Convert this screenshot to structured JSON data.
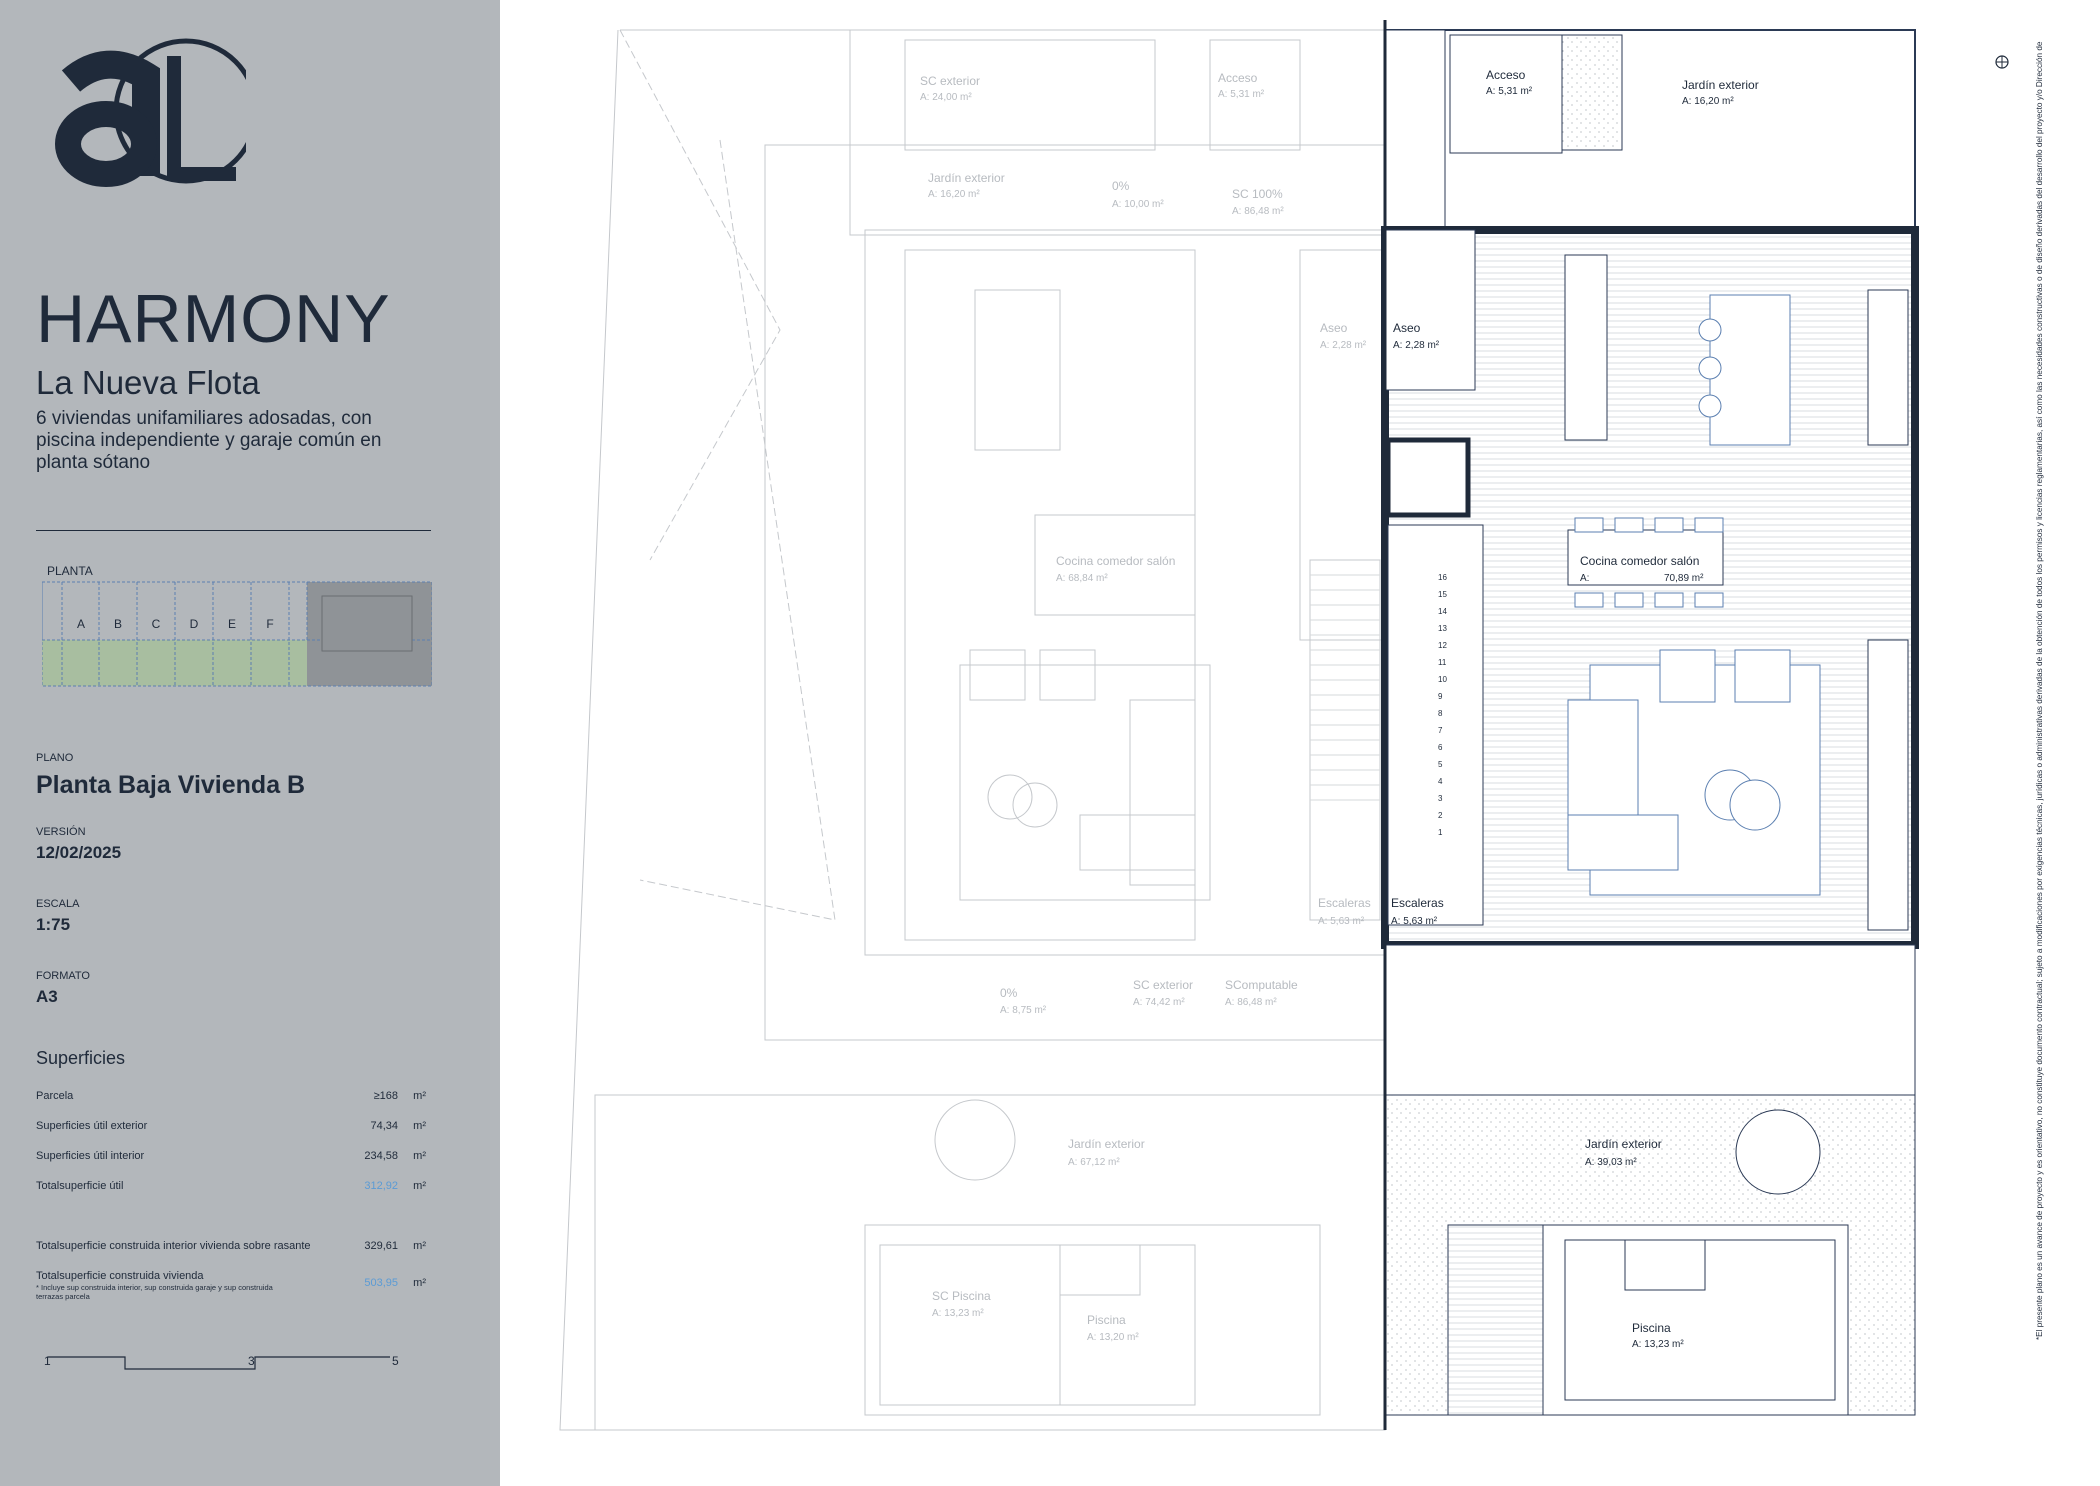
{
  "sidebar": {
    "title": "HARMONY",
    "subtitle": "La Nueva Flota",
    "description": "6 viviendas unifamiliares adosadas, con piscina independiente y garaje común en planta sótano",
    "keyplan": {
      "label": "PLANTA",
      "units": [
        "A",
        "B",
        "C",
        "D",
        "E",
        "F"
      ]
    },
    "plano": {
      "label": "PLANO",
      "value": "Planta Baja Vivienda B"
    },
    "version": {
      "label": "VERSIÓN",
      "value": "12/02/2025"
    },
    "escala": {
      "label": "ESCALA",
      "value": "1:75"
    },
    "formato": {
      "label": "FORMATO",
      "value": "A3"
    },
    "superficies": {
      "title": "Superficies",
      "rows": [
        {
          "label": "Parcela",
          "value": "≥168",
          "unit": "m²"
        },
        {
          "label": "Superficies útil exterior",
          "value": "74,34",
          "unit": "m²"
        },
        {
          "label": "Superficies útil interior",
          "value": "234,58",
          "unit": "m²"
        },
        {
          "label": "Totalsuperficie útil",
          "value": "312,92",
          "unit": "m²"
        },
        {
          "label": "Totalsuperficie construida interior vivienda sobre rasante",
          "value": "329,61",
          "unit": "m²"
        },
        {
          "label": "Totalsuperficie construida vivienda",
          "value": "503,95",
          "unit": "m²"
        }
      ],
      "note": "* Incluye sup construida interior, sup construida garaje y sup construida terrazas parcela"
    },
    "scale_bar": {
      "labels": [
        "1",
        "3",
        "5"
      ]
    }
  },
  "plan": {
    "active_rooms": [
      {
        "name": "Acceso",
        "area": "A: 5,31 m²"
      },
      {
        "name": "Jardín exterior",
        "area": "A:        16,20 m²"
      },
      {
        "name": "Aseo",
        "area": "A: 2,28 m²"
      },
      {
        "name": "Cocina comedor salón",
        "area_prefix": "A:",
        "area": "70,89 m²"
      },
      {
        "name": "Escaleras",
        "area": "A:   5,63 m²"
      },
      {
        "name": "Jardín exterior",
        "area": "A:        39,03 m²"
      },
      {
        "name": "Piscina",
        "area": "A: 13,23 m²"
      }
    ],
    "ghost_rooms": [
      {
        "name": "SC exterior",
        "area": "A:     24,00 m²"
      },
      {
        "name": "Acceso",
        "area": "A: 5,31 m²"
      },
      {
        "name": "Jardín exterior",
        "area": "A:        16,20 m²"
      },
      {
        "name": "0%",
        "area": "A: 10,00 m²"
      },
      {
        "name": "SC 100%",
        "area": "A: 86,48 m²"
      },
      {
        "name": "Aseo",
        "area": "A: 2,28 m²"
      },
      {
        "name": "Cocina comedor salón",
        "area": "A:                    68,84 m²"
      },
      {
        "name": "Escaleras",
        "area": "A:   5,63 m²"
      },
      {
        "name": "0%",
        "area": "A: 8,75 m²"
      },
      {
        "name": "SC exterior",
        "area": "A:     74,42 m²"
      },
      {
        "name": "SComputable",
        "area": "A:    86,48 m²"
      },
      {
        "name": "Jardín exterior",
        "area": "A:        67,12 m²"
      },
      {
        "name": "SC Piscina",
        "area": "A: 13,23 m²"
      },
      {
        "name": "Piscina",
        "area": "A: 13,20 m²"
      }
    ],
    "stair_numbers": [
      "16",
      "15",
      "14",
      "13",
      "12",
      "11",
      "10",
      "9",
      "8",
      "7",
      "6",
      "5",
      "4",
      "3",
      "2",
      "1"
    ]
  },
  "disclaimer": "*El presente plano es un avance de proyecto y es orientativo, no constituye documento contractual; sujeto a modificaciones por exigencias técnicas, jurídicas o administrativas derivadas de la obtención de todos los permisos y licencias reglamentarias, así como las necesidades constructivas o de diseño derivadas del desarrollo del proyecto y/o Dirección de Obra. Las superficies útiles tienen carácter provisional hasta la obtención de la correspondiente Licencia de Obra. La jardinería, el mobiliario urbano y el amueblamiento es a efecto decorativo.",
  "colors": {
    "sidebar_bg": "#b3b7bb",
    "ink": "#1f2a3a",
    "accent_blue": "#5b9bd5",
    "keyplan_green": "#a8bea0",
    "keyplan_dark": "#8f9397",
    "plan_line": "#2b3a55",
    "ghost_line": "#c5c8cc"
  }
}
